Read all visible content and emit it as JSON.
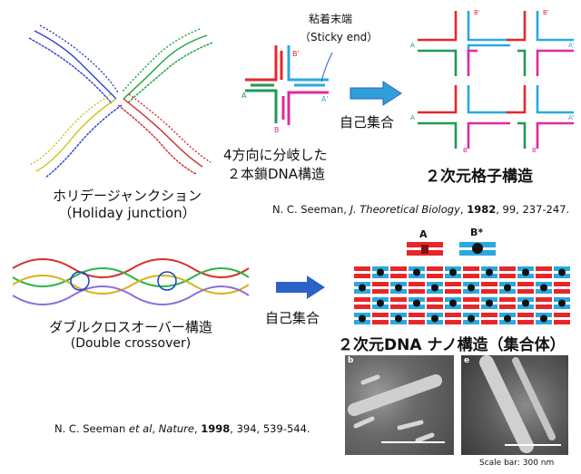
{
  "holliday": {
    "caption_jp": "ホリデージャンクション",
    "caption_en": "（Holiday junction）"
  },
  "branch": {
    "sticky_jp": "粘着末端",
    "sticky_en": "（Sticky end）",
    "desc_line1": "4方向に分岐した",
    "desc_line2": "２本鎖DNA構造",
    "labels": {
      "a": "A",
      "a_prime": "A'",
      "b": "B",
      "b_prime": "B'"
    }
  },
  "self_assembly": "自己集合",
  "lattice_title": "２次元格子構造",
  "citation_1998_theor": {
    "authors": "N. C. Seeman, ",
    "journal": "J. Theoretical Biology",
    "sep": ", ",
    "year": "1982",
    "rest": ", 99, 237-247."
  },
  "double_crossover": {
    "caption_jp": "ダブルクロスオーバー構造",
    "caption_en": "(Double crossover)"
  },
  "nano_title": "２次元DNA ナノ構造（集合体）",
  "tile_labels": {
    "a": "A",
    "b": "B*"
  },
  "afm": {
    "panel_b": "b",
    "panel_e": "e",
    "scale_bar": "Scale bar: 300 nm"
  },
  "citation_nature": {
    "authors": "N. C. Seeman ",
    "etal": "et al",
    "sep": ", ",
    "journal": "Nature",
    "sep2": ", ",
    "year": "1998",
    "rest": ", 394, 539-544."
  },
  "colors": {
    "red": "#e8262a",
    "blue": "#2aa8e0",
    "green": "#1f9a55",
    "magenta": "#e02a9a",
    "arrow": "#2e9fd8",
    "arrow_dark": "#2a62c8"
  }
}
